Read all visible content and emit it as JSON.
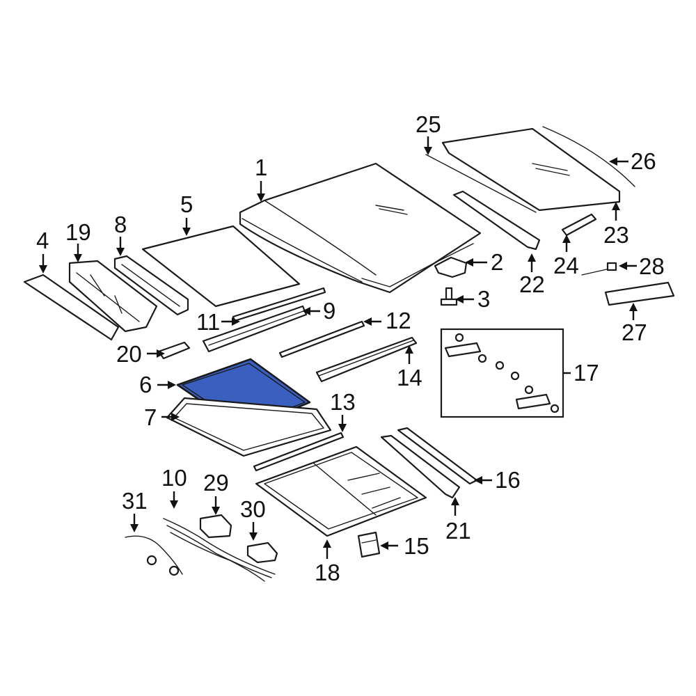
{
  "diagram": {
    "highlight_color": "#3a5fbe",
    "callouts": {
      "c1": "1",
      "c2": "2",
      "c3": "3",
      "c4": "4",
      "c5": "5",
      "c6": "6",
      "c7": "7",
      "c8": "8",
      "c9": "9",
      "c10": "10",
      "c11": "11",
      "c12": "12",
      "c13": "13",
      "c14": "14",
      "c15": "15",
      "c16": "16",
      "c17": "17",
      "c18": "18",
      "c19": "19",
      "c20": "20",
      "c21": "21",
      "c22": "22",
      "c23": "23",
      "c24": "24",
      "c25": "25",
      "c26": "26",
      "c27": "27",
      "c28": "28",
      "c29": "29",
      "c30": "30",
      "c31": "31"
    }
  }
}
